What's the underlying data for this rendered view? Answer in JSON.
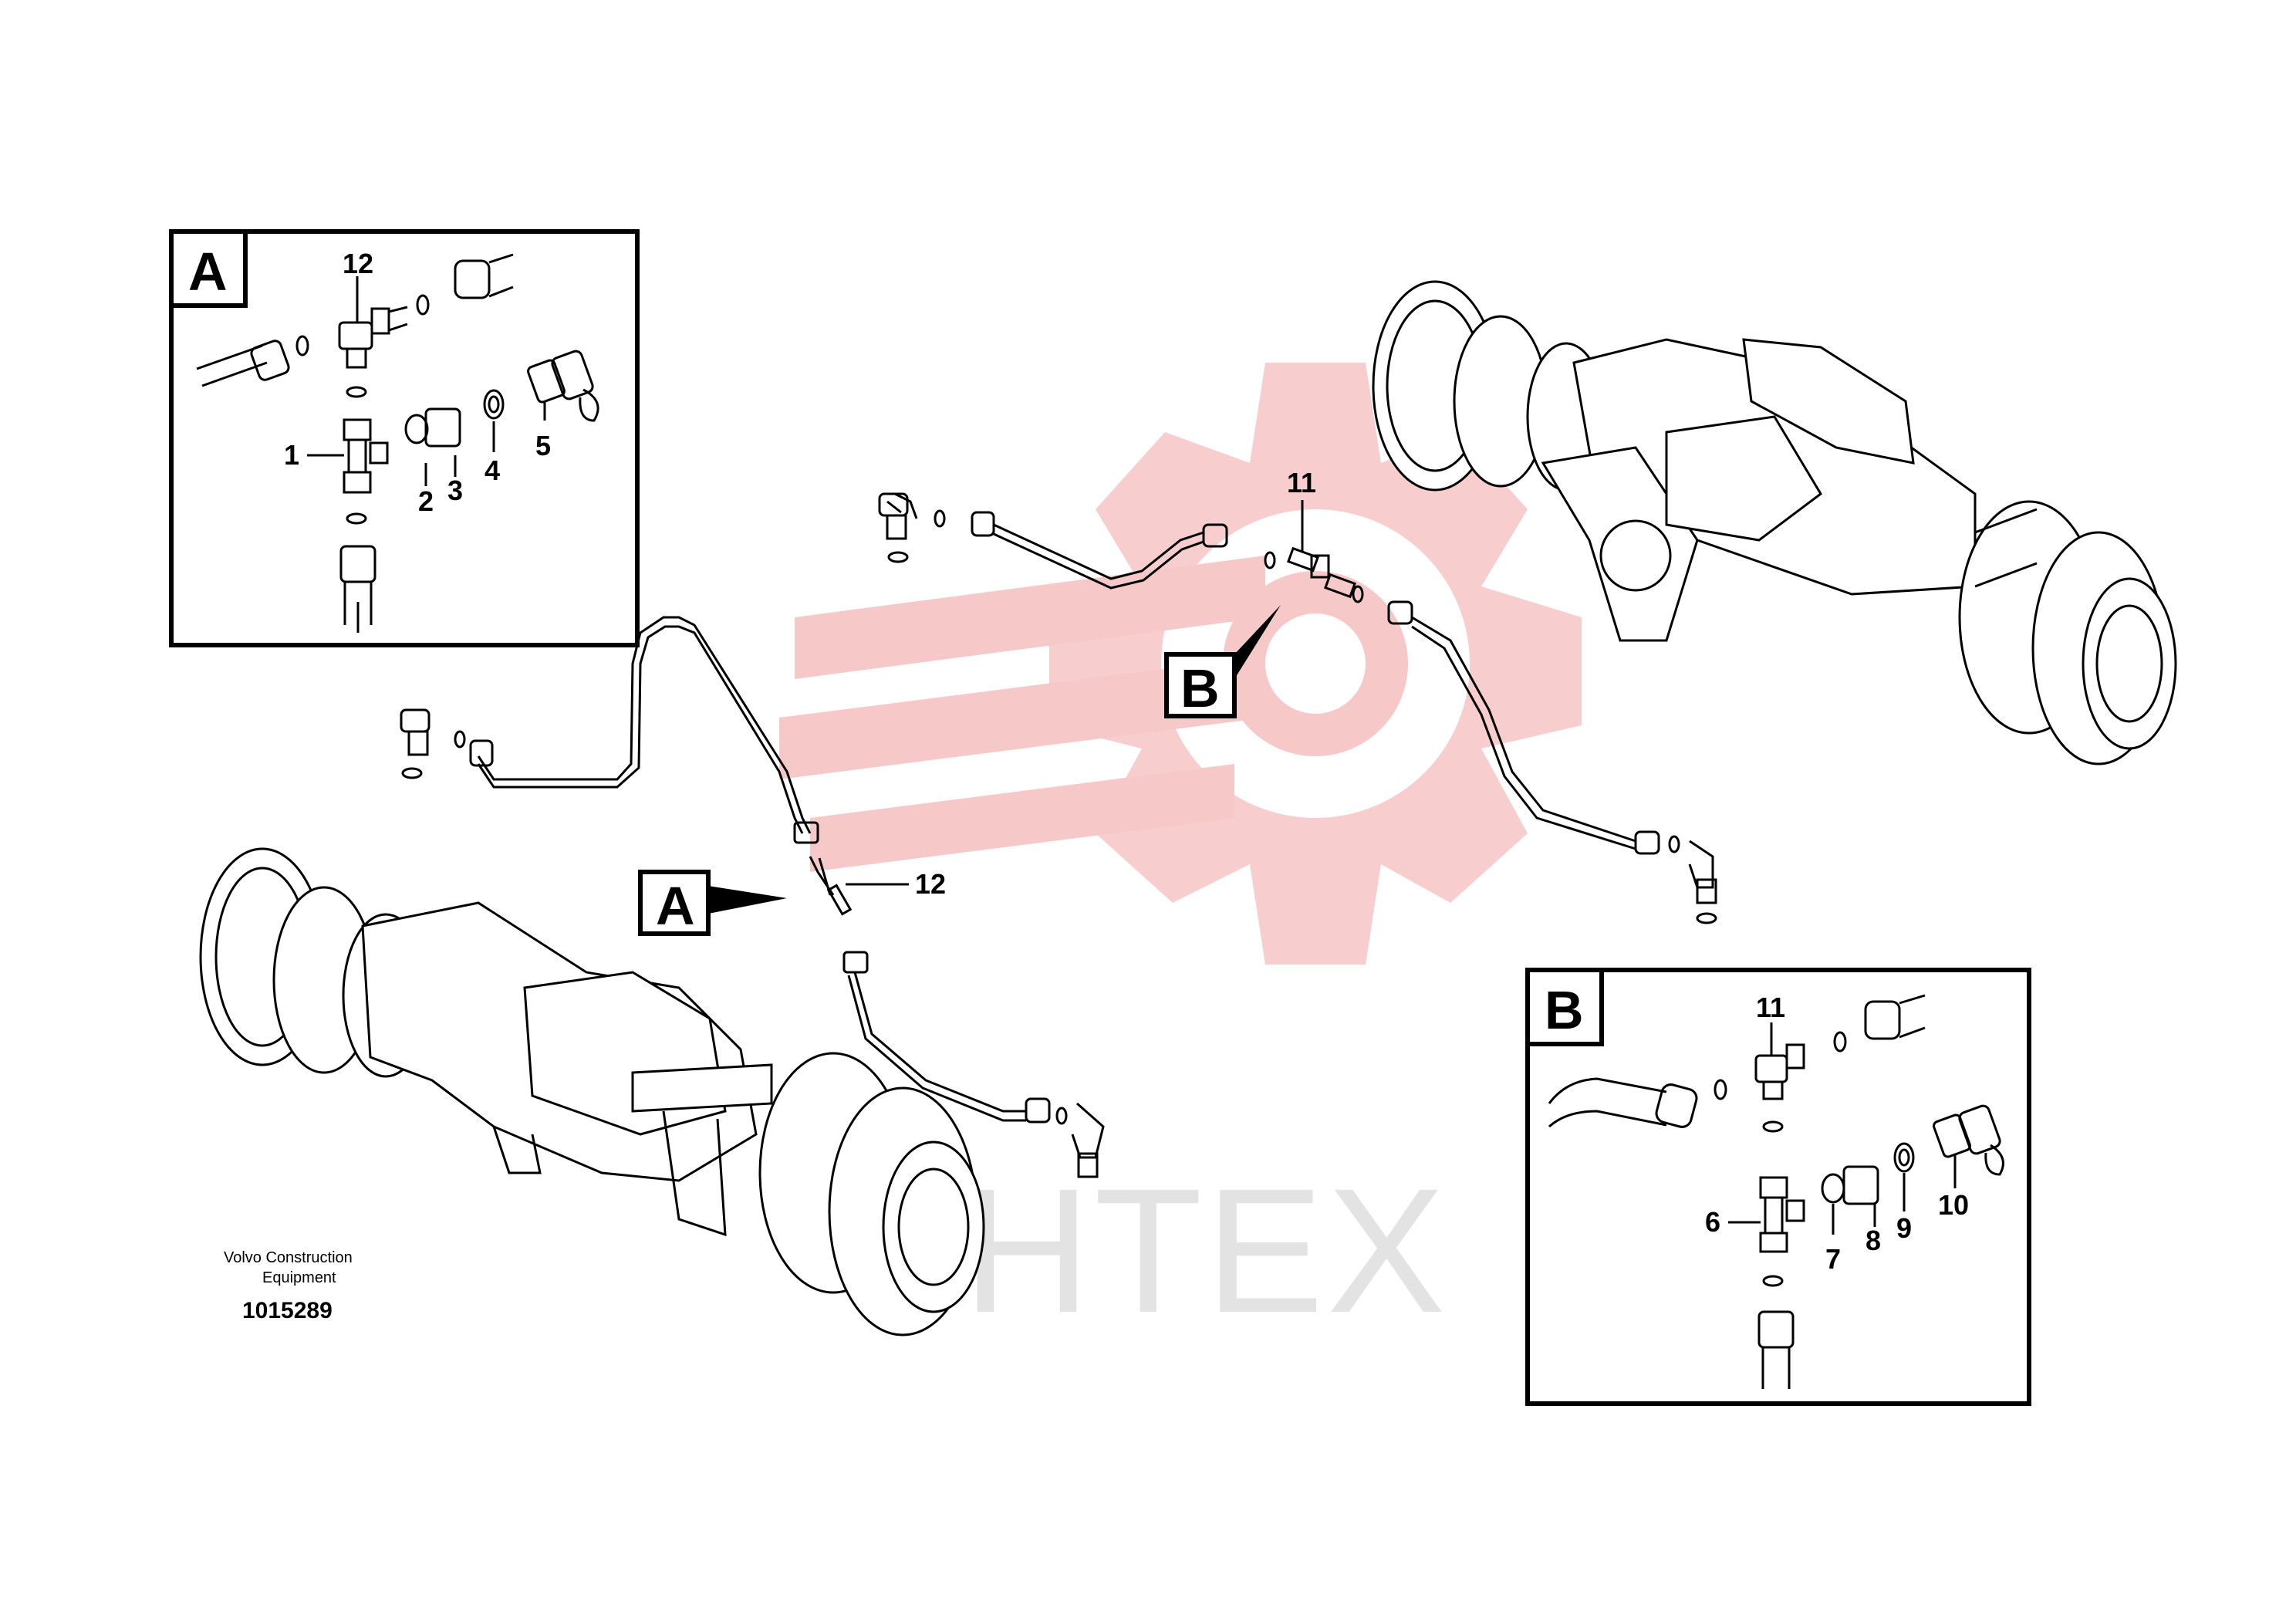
{
  "watermark": {
    "text": "IHTEX",
    "gear_color": "#f7c8c8",
    "text_color": "#e3e3e3"
  },
  "detail_boxes": [
    {
      "letter": "A",
      "numbers": [
        "12",
        "1",
        "2",
        "3",
        "4",
        "5"
      ]
    },
    {
      "letter": "B",
      "numbers": [
        "11",
        "6",
        "7",
        "8",
        "9",
        "10"
      ]
    }
  ],
  "main_labels": {
    "callout_a": "A",
    "callout_b": "B",
    "part_12": "12",
    "part_11": "11"
  },
  "credit": {
    "line1": "Volvo Construction",
    "line2": "Equipment",
    "doc_number": "1015289"
  },
  "colors": {
    "line": "#000000",
    "background": "#ffffff"
  }
}
